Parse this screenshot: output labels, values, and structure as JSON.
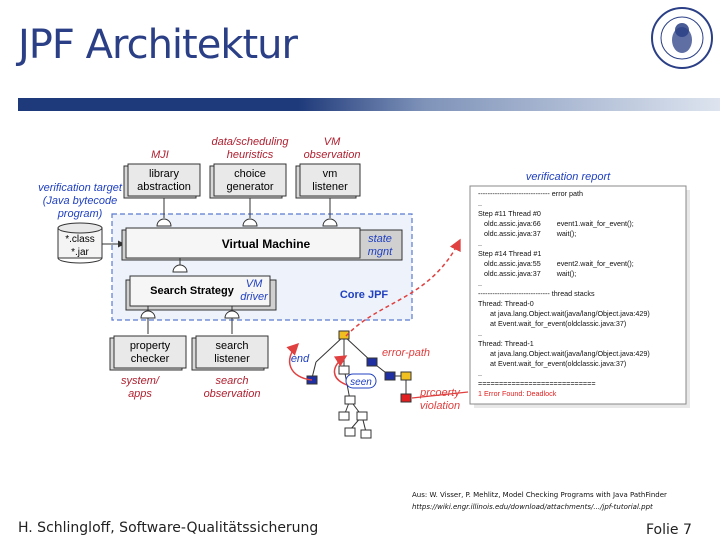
{
  "slide": {
    "title": "JPF Architektur",
    "footer_left": "H. Schlingloff, Software-Qualitätssicherung",
    "footer_right": "Folie 7",
    "source_line1": "Aus: W. Visser, P. Mehlitz, Model Checking Programs with Java PathFinder",
    "source_line2": "https://wiki.engr.illinois.edu/download/attachments/.../jpf-tutorial.ppt"
  },
  "diagram": {
    "mji_label": "MJI",
    "data_sched_label": "data/scheduling heuristics",
    "vm_obs_label": "VM observation",
    "verif_target_label": "verification target (Java bytecode program)",
    "library_box": "library abstraction",
    "choice_box": "choice generator",
    "vm_listener_box": "vm listener",
    "class_jar": "*.class *.jar",
    "virtual_machine": "Virtual Machine",
    "state_mgnt": "state mgnt",
    "search_strategy": "Search Strategy",
    "vm_driver": "VM driver",
    "core_jpf": "Core JPF",
    "property_box": "property checker",
    "search_listener_box": "search listener",
    "system_apps": "system/ apps",
    "search_obs": "search observation",
    "end_label": "end",
    "seen_label": "seen",
    "error_path_label": "error-path",
    "property_violation": "prcoerty violation",
    "verification_report": "verification report",
    "report_lines": [
      "------------------------------ error path",
      "..",
      "Step #11 Thread #0",
      "   oldc.assic.java:66        event1.wait_for_event();",
      "   oldc.assic.java:37        wait();",
      "..",
      "Step #14 Thread #1",
      "   oldc.assic.java:55        event2.wait_for_event();",
      "   oldc.assic.java:37        wait();",
      "..",
      "------------------------------ thread stacks",
      "Thread: Thread-0",
      "      at java.lang.Object.wait(java/lang/Object.java:429)",
      "      at Event.wait_for_event(oldclassic.java:37)",
      "..",
      "Thread: Thread-1",
      "      at java.lang.Object.wait(java/lang/Object.java:429)",
      "      at Event.wait_for_event(oldclassic.java:37)",
      "..",
      "============================",
      "1 Error Found: Deadlock"
    ]
  }
}
